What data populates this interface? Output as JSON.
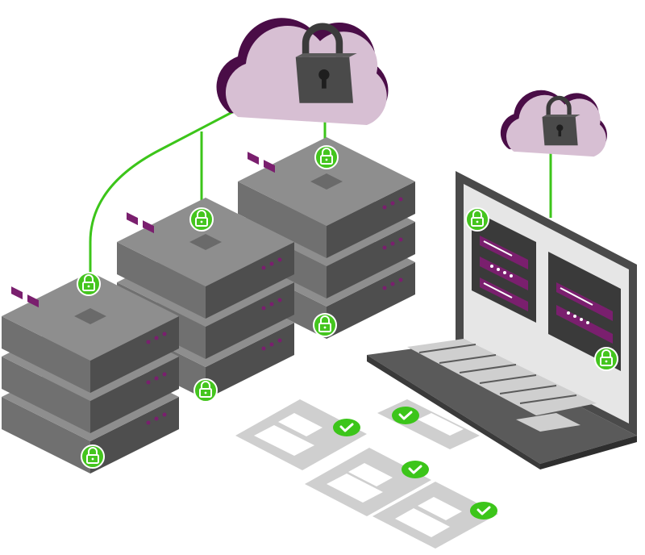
{
  "colors": {
    "background": "#ffffff",
    "server_top": "#8e8e8e",
    "server_side_light": "#707070",
    "server_side_dark": "#4e4e4e",
    "server_led": "#7a1f6e",
    "cloud_fill": "#d7bfd3",
    "cloud_shadow": "#4a0d47",
    "lock_body": "#4a4a4a",
    "lock_shackle": "#3b3b3b",
    "connector_green": "#3cc51a",
    "badge_green": "#44c51e",
    "laptop_frame": "#4a4a4a",
    "laptop_screen": "#e6e6e6",
    "login_panel": "#3a3a3a",
    "login_field": "#7a1f6e",
    "card_gray": "#cfcfcf"
  },
  "icons": [
    "cloud-lock-icon",
    "server-stack-icon",
    "laptop-icon",
    "padlock-badge-icon",
    "checkmark-badge-icon",
    "document-card-icon"
  ],
  "counts": {
    "server_stacks": 3,
    "clouds": 2,
    "validated_cards": 4
  }
}
